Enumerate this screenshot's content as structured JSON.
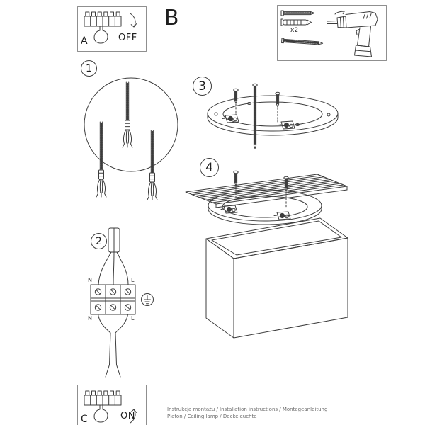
{
  "panel_a": {
    "letter": "A",
    "switch_state": "OFF"
  },
  "section_b": {
    "letter": "B",
    "screw_quantity": "x2"
  },
  "panel_c": {
    "letter": "C",
    "switch_state": "ON"
  },
  "steps": {
    "step1": "1",
    "step2": "2",
    "step3": "3",
    "step4": "4"
  },
  "wiring": {
    "neutral_top": "N",
    "live_top": "L",
    "neutral_bottom": "N",
    "live_bottom": "L"
  },
  "footer": {
    "line1": "Instrukcja montażu / Installation instructions / Montageanleitung",
    "line2": "Plafon / Ceiling lamp / Deckeleuchte"
  }
}
